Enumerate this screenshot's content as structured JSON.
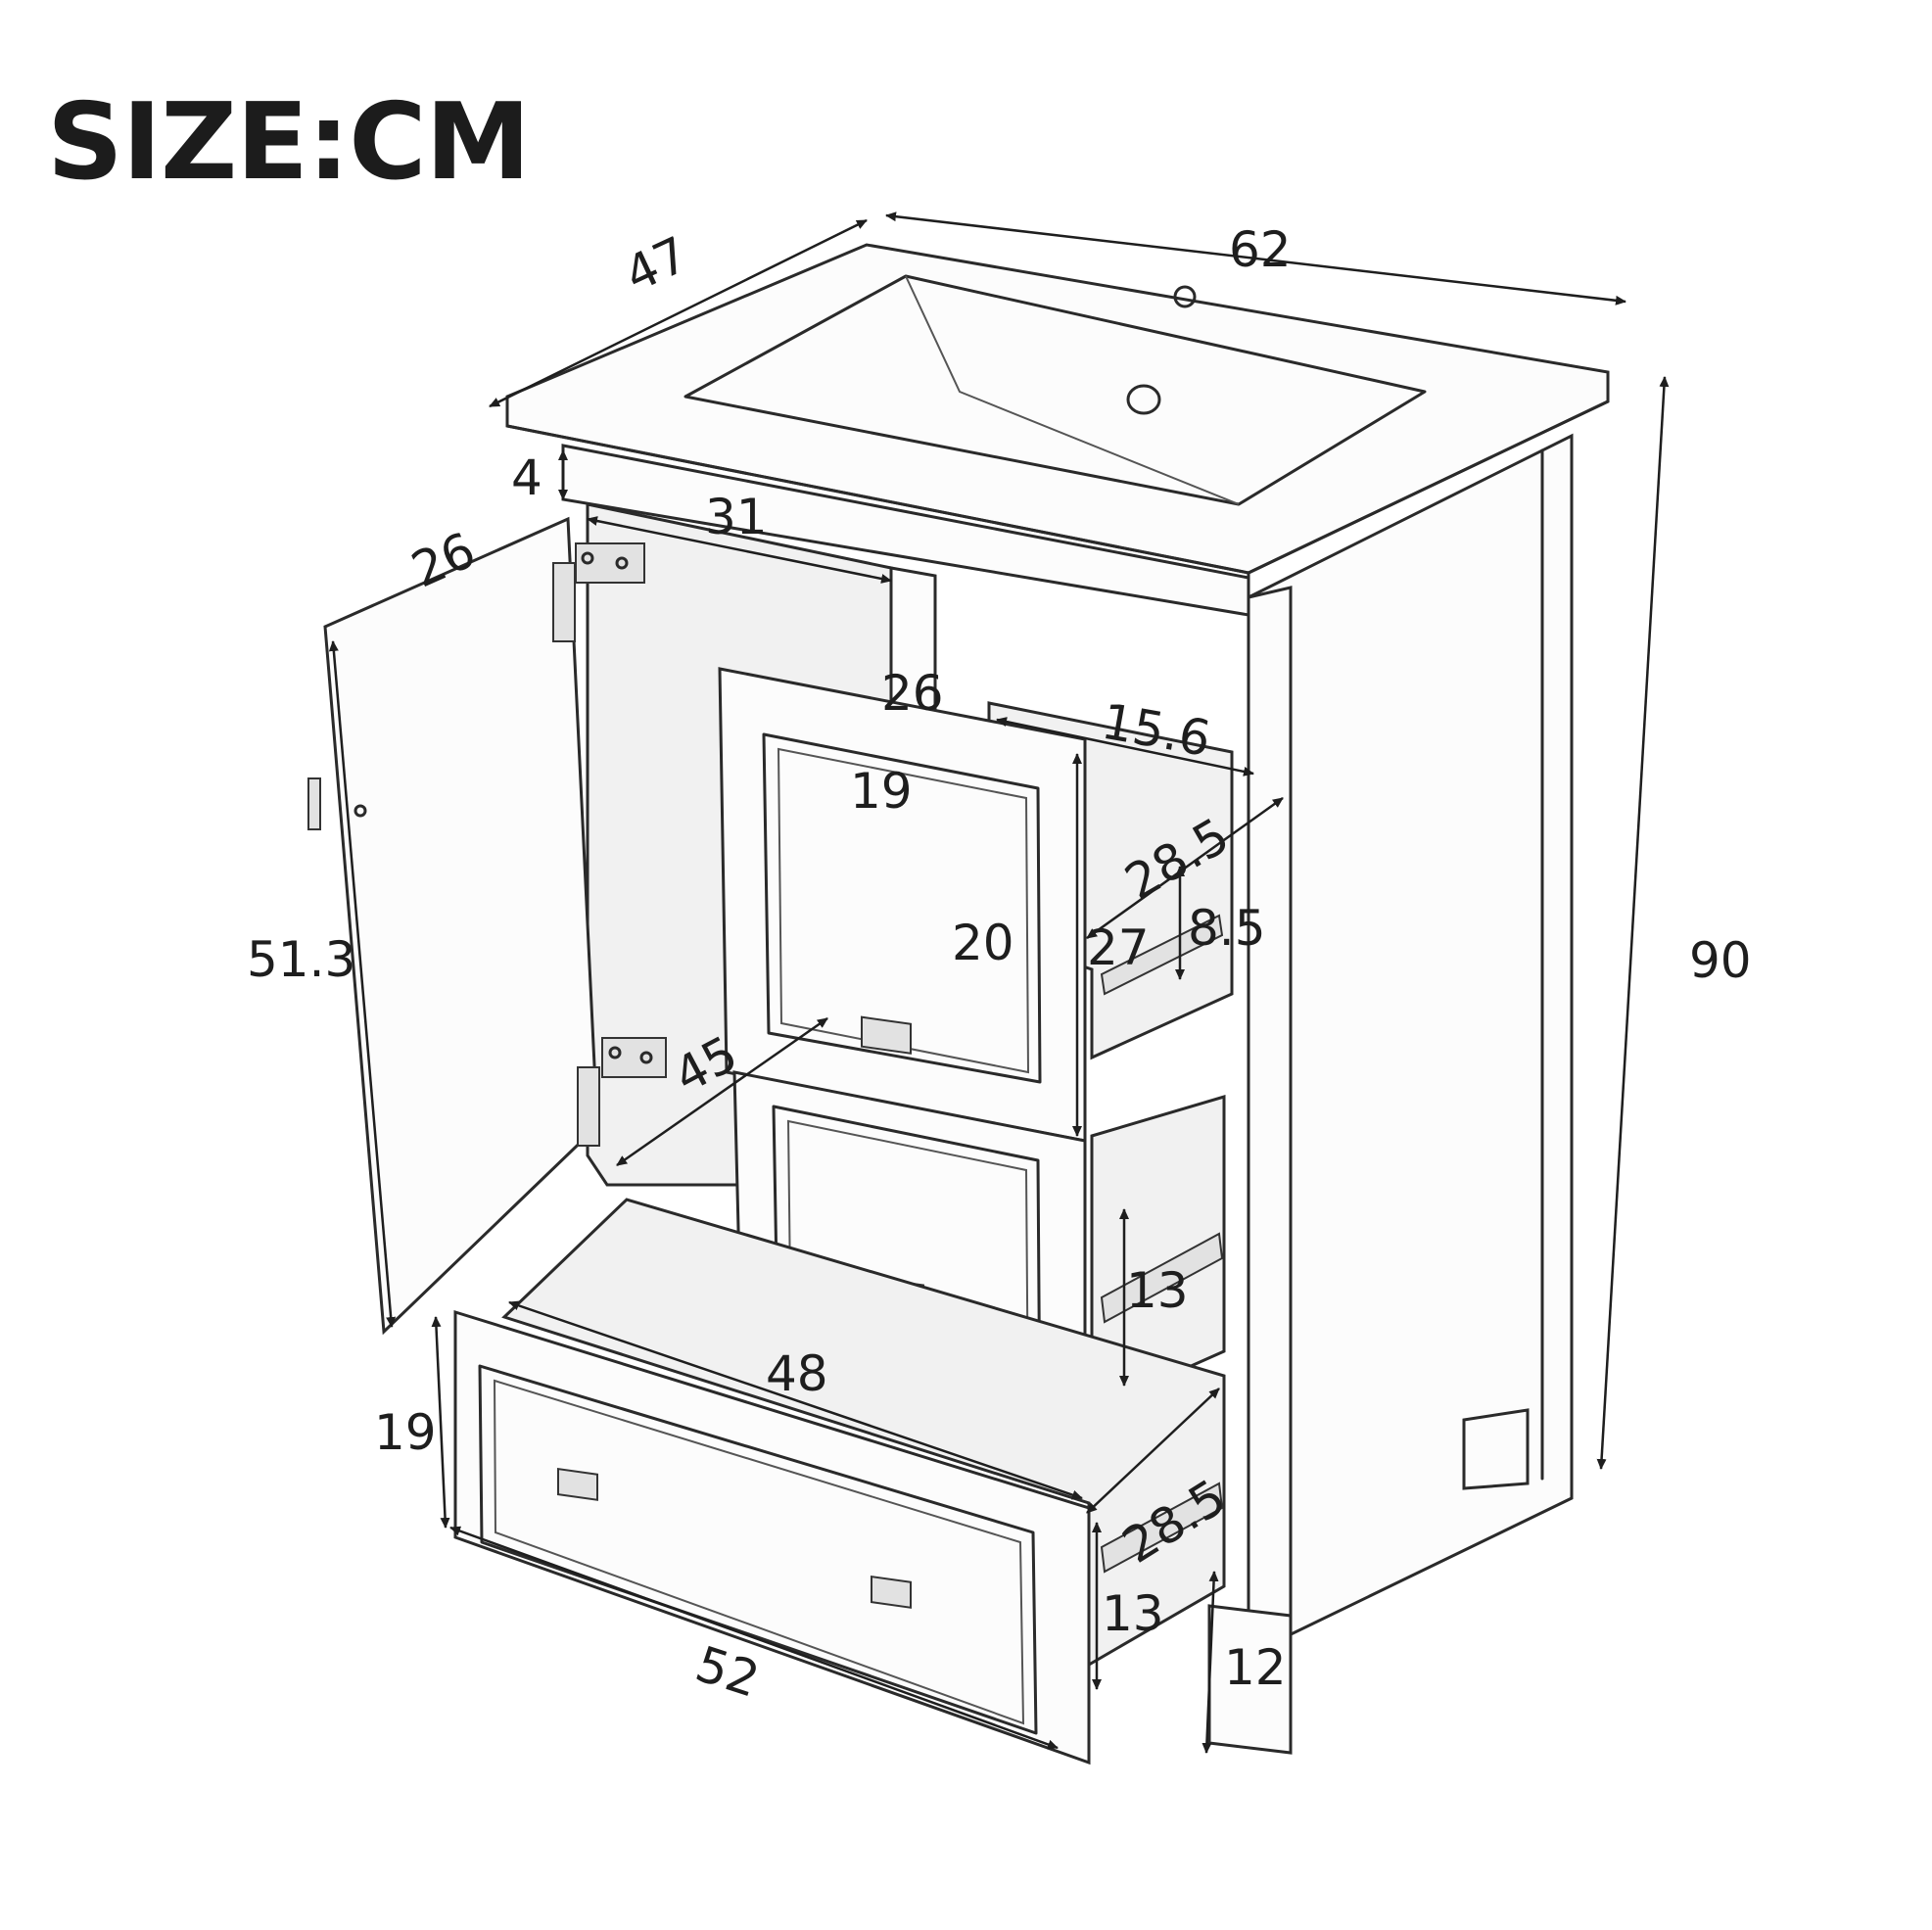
{
  "title": "SIZE:CM",
  "dimensions": {
    "depth": "47",
    "width": "62",
    "height": "90",
    "top_rail": "4",
    "door_width": "26",
    "opening_width": "31",
    "door_height": "51.3",
    "upper_drawer_front_width": "26",
    "upper_drawer_face": "19",
    "upper_drawer_face_height": "20",
    "upper_drawer_box_width": "15.6",
    "upper_drawer_box_depth": "28.5",
    "upper_drawer_box_length": "27",
    "upper_drawer_box_height": "8.5",
    "cabinet_depth_inner": "45",
    "middle_drawer_height": "13",
    "bottom_drawer_inner_width": "48",
    "bottom_drawer_height": "19",
    "bottom_drawer_width": "52",
    "bottom_drawer_box_depth": "28.5",
    "bottom_drawer_box_height": "13",
    "leg_height": "12"
  },
  "colors": {
    "line": "#2a2a2a",
    "text": "#1e1e1e",
    "background": "#ffffff"
  }
}
